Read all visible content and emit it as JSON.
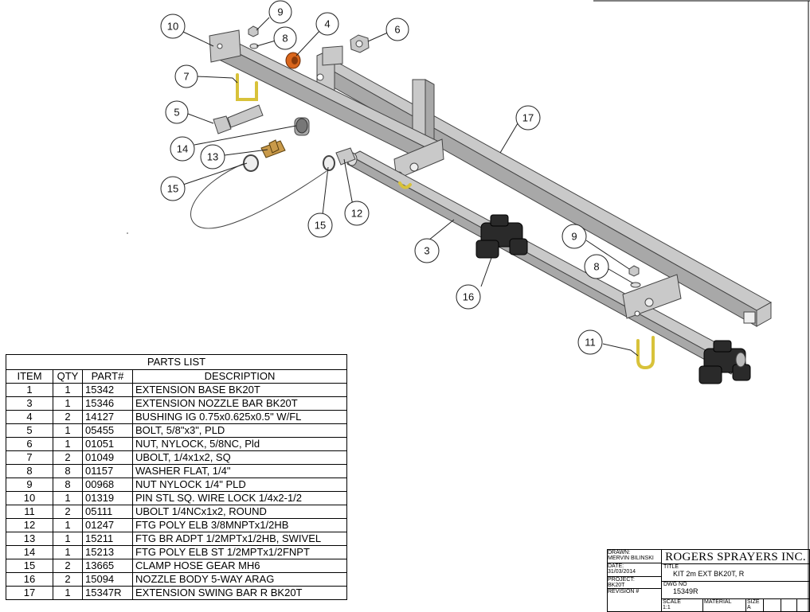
{
  "balloons": [
    {
      "label": "10"
    },
    {
      "label": "9"
    },
    {
      "label": "8"
    },
    {
      "label": "4"
    },
    {
      "label": "6"
    },
    {
      "label": "7"
    },
    {
      "label": "5"
    },
    {
      "label": "14"
    },
    {
      "label": "13"
    },
    {
      "label": "15"
    },
    {
      "label": "17"
    },
    {
      "label": "12"
    },
    {
      "label": "15"
    },
    {
      "label": "3"
    },
    {
      "label": "16"
    },
    {
      "label": "9"
    },
    {
      "label": "8"
    },
    {
      "label": "11"
    }
  ],
  "parts_list": {
    "title": "PARTS LIST",
    "headers": [
      "ITEM",
      "QTY",
      "PART#",
      "DESCRIPTION"
    ],
    "rows": [
      [
        "1",
        "1",
        "15342",
        "EXTENSION BASE BK20T"
      ],
      [
        "3",
        "1",
        "15346",
        "EXTENSION NOZZLE BAR BK20T"
      ],
      [
        "4",
        "2",
        "14127",
        "BUSHING IG 0.75x0.625x0.5\" W/FL"
      ],
      [
        "5",
        "1",
        "05455",
        "BOLT, 5/8\"x3\", PLD"
      ],
      [
        "6",
        "1",
        "01051",
        "NUT, NYLOCK, 5/8NC, Pld"
      ],
      [
        "7",
        "2",
        "01049",
        "UBOLT, 1/4x1x2, SQ"
      ],
      [
        "8",
        "8",
        "01157",
        "WASHER FLAT, 1/4\""
      ],
      [
        "9",
        "8",
        "00968",
        "NUT NYLOCK 1/4\" PLD"
      ],
      [
        "10",
        "1",
        "01319",
        "PIN STL SQ. WIRE LOCK 1/4x2-1/2"
      ],
      [
        "11",
        "2",
        "05111",
        "UBOLT 1/4NCx1x2, ROUND"
      ],
      [
        "12",
        "1",
        "01247",
        "FTG POLY ELB 3/8MNPTx1/2HB"
      ],
      [
        "13",
        "1",
        "15211",
        "FTG BR ADPT 1/2MPTx1/2HB, SWIVEL"
      ],
      [
        "14",
        "1",
        "15213",
        "FTG POLY ELB ST 1/2MPTx1/2FNPT"
      ],
      [
        "15",
        "2",
        "13665",
        "CLAMP HOSE GEAR MH6"
      ],
      [
        "16",
        "2",
        "15094",
        "NOZZLE BODY 5-WAY ARAG"
      ],
      [
        "17",
        "1",
        "15347R",
        "EXTENSION SWING BAR R BK20T"
      ]
    ]
  },
  "title_block": {
    "drawn_label": "DRAWN:",
    "drawn_value": "MERVIN BILINSKI",
    "date_label": "DATE:",
    "date_value": "31/03/2014",
    "project_label": "PROJECT:",
    "project_value": "BK20T",
    "revision_label": "REVISION #",
    "company": "ROGERS SPRAYERS INC.",
    "title_label": "TITLE",
    "title_value": "KIT 2m EXT BK20T, R",
    "dwg_label": "DWG NO",
    "dwg_value": "15349R",
    "scale_label": "SCALE",
    "scale_value": "1:1",
    "material_label": "MATERIAL",
    "size_label": "SIZE",
    "size_value": "A"
  }
}
